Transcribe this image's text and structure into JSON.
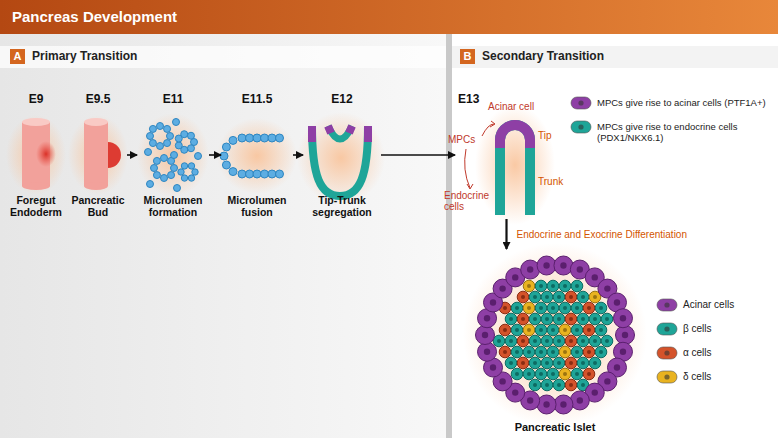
{
  "diagram": {
    "title": "Pancreas Development",
    "nodes": [
      {
        "text": [
          "A",
          "Primary Transition"
        ]
      },
      {
        "text": [
          "B",
          "Secondary Transition"
        ]
      },
      {
        "text": [
          "E9",
          "Foregut Endoderm"
        ],
        "in": 0
      },
      {
        "text": [
          "E9.5",
          "Pancreatic Bud"
        ],
        "in": 0
      },
      {
        "text": [
          "E11",
          "Microlumen formation"
        ],
        "in": 0
      },
      {
        "text": [
          "E11.5",
          "Microlumen fusion"
        ],
        "in": 0
      },
      {
        "text": [
          "E12",
          "Tip-Trunk segregation"
        ],
        "in": 0
      },
      {
        "text": [
          "E13"
        ],
        "in": 1
      },
      {
        "text": [
          "Pancreatic Islet"
        ],
        "in": 1
      }
    ],
    "edges": [
      {
        "from": 3,
        "to": 4,
        "arrow": "to"
      },
      {
        "from": 4,
        "to": 5,
        "arrow": "to"
      },
      {
        "from": 5,
        "to": 6,
        "arrow": "to"
      },
      {
        "from": 6,
        "to": 7,
        "arrow": "to"
      },
      {
        "from": 7,
        "to": 8,
        "arrow": "to",
        "label": "Endocrine and Exocrine Differentiation"
      }
    ],
    "labels": [
      "Acinar cell",
      "MPCs",
      "Tip",
      "Trunk",
      "Endocrine cells"
    ],
    "legend": [
      {
        "text": "MPCs give rise to acinar cells (PTF1A+)",
        "color": "#8e3fa5"
      },
      {
        "text": "MPCs give rise to endocrine cells (PDX1/NKX6.1)",
        "color": "#1fa598"
      },
      {
        "text": "Acinar cells",
        "color": "#8e3fa5"
      },
      {
        "text": "β cells",
        "color": "#1fa598"
      },
      {
        "text": "α cells",
        "color": "#d4532b"
      },
      {
        "text": "δ cells",
        "color": "#e9b320"
      }
    ]
  }
}
